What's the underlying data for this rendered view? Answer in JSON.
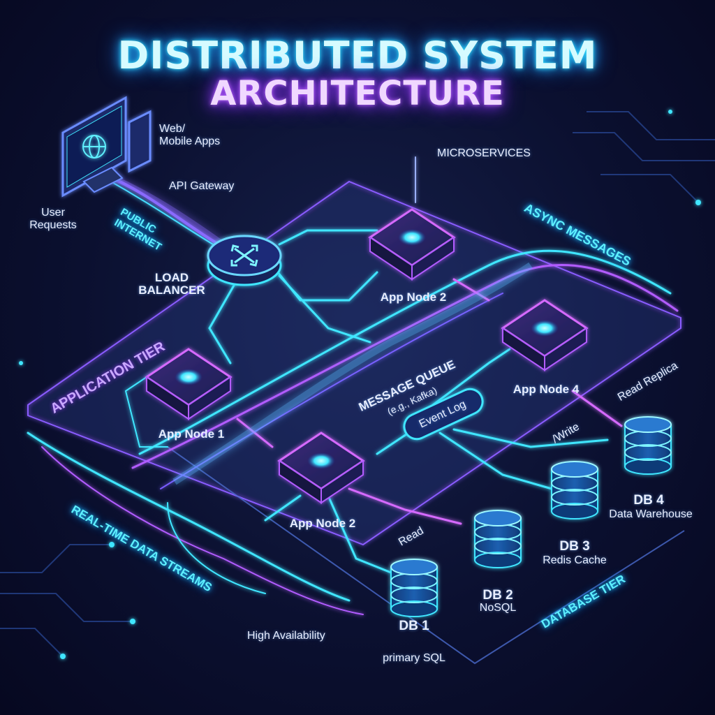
{
  "title": {
    "line1": "DISTRIBUTED SYSTEM",
    "line2": "ARCHITECTURE"
  },
  "clients": {
    "label_line1": "Web/",
    "label_line2": "Mobile Apps",
    "icon": "globe-icon"
  },
  "labels": {
    "api_gateway": "API Gateway",
    "user_requests_1": "User",
    "user_requests_2": "Requests",
    "public_internet_1": "PUBLIC",
    "public_internet_2": "INTERNET",
    "load_balancer_1": "LOAD",
    "load_balancer_2": "BALANCER",
    "microservices": "MICROSERVICES",
    "async_messages": "ASYNC MESSAGES",
    "application_tier": "APPLICATION TIER",
    "message_queue_1": "MESSAGE QUEUE",
    "message_queue_2": "(e.g., Kafka)",
    "event_log": "Event Log",
    "read_replica": "Read Replica",
    "write": "/Write",
    "read": "Read",
    "real_time_streams": "REAL-TIME DATA STREAMS",
    "high_availability": "High Availability",
    "database_tier": "DATABASE TIER"
  },
  "app_nodes": [
    {
      "label": "App Node 1"
    },
    {
      "label": "App Node 2"
    },
    {
      "label": "App Node 2"
    },
    {
      "label": "App Node 4"
    }
  ],
  "databases": [
    {
      "name": "DB 1",
      "desc": "primary SQL"
    },
    {
      "name": "DB 2",
      "desc": "NoSQL"
    },
    {
      "name": "DB 3",
      "desc": "Redis Cache"
    },
    {
      "name": "DB 4",
      "desc": "Data Warehouse"
    }
  ],
  "colors": {
    "cyan": "#3fe6ff",
    "blue": "#3a7bff",
    "purple": "#b25cff",
    "magenta": "#d66bff"
  }
}
